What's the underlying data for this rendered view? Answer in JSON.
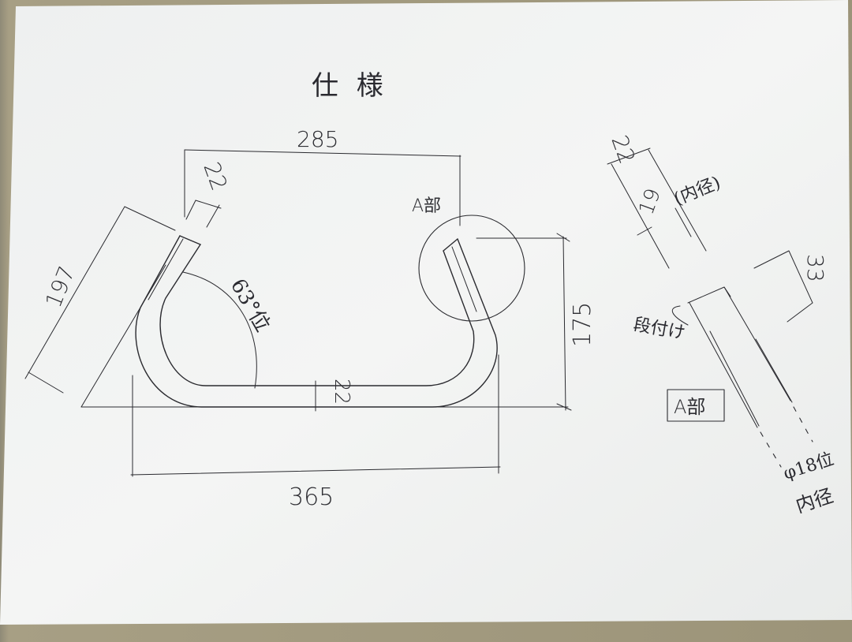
{
  "title": "仕 様",
  "dimensions": {
    "top_width": "285",
    "bottom_width": "365",
    "height": "175",
    "side_length": "197",
    "tube_width_top": "22",
    "tube_width_bottom": "22",
    "angle": "63°位"
  },
  "labels": {
    "part_a_top": "A部",
    "part_a_box": "A部"
  },
  "detail": {
    "width": "22",
    "inner": "19",
    "inner_note": "(内径)",
    "length": "33",
    "step_note": "段付け",
    "bottom_note_1": "φ18位",
    "bottom_note_2": "内径"
  },
  "colors": {
    "paper": "#f2f3f1",
    "ink": "#2b2b30"
  }
}
